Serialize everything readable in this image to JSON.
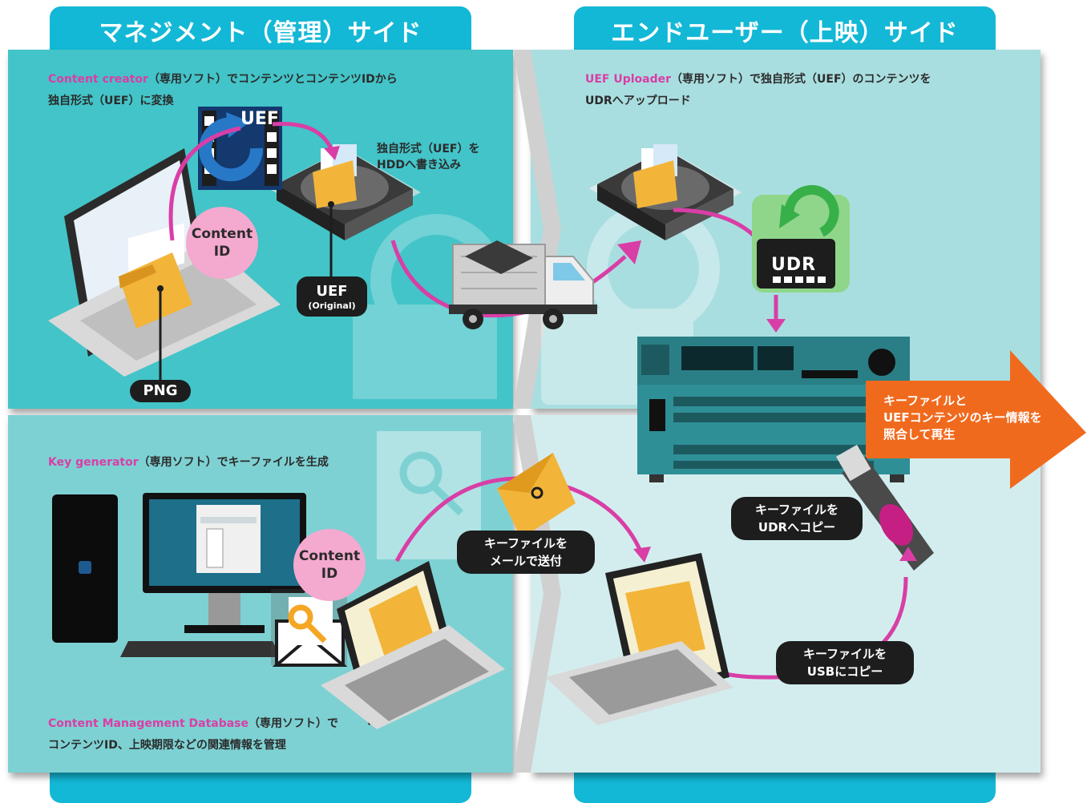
{
  "headers": {
    "management": "マネジメント（管理）サイド",
    "enduser": "エンドユーザー（上映）サイド"
  },
  "captions": {
    "content_creator_name": "Content creator",
    "content_creator_rest": "（専用ソフト）でコンテンツとコンテンツIDから",
    "content_creator_line2": "独自形式（UEF）に変換",
    "uploader_name": "UEF Uploader",
    "uploader_rest": "（専用ソフト）で独自形式（UEF）のコンテンツを",
    "uploader_line2": "UDRへアップロード",
    "keygen_name": "Key generator",
    "keygen_rest": "（専用ソフト）でキーファイルを生成",
    "cmdb_name": "Content Management Database",
    "cmdb_rest": "（専用ソフト）で",
    "cmdb_line2": "コンテンツID、上映期限などの関連情報を管理"
  },
  "labels": {
    "hdd_write_1": "独自形式（UEF）を",
    "hdd_write_2": "HDDへ書き込み",
    "content_id_1": "Content",
    "content_id_2": "ID",
    "uef": "UEF",
    "uef_original": "(Original)",
    "png": "PNG",
    "uef_icon": "UEF",
    "udr_logo": "UDR",
    "mail_send_1": "キーファイルを",
    "mail_send_2": "メールで送付",
    "udr_copy_1": "キーファイルを",
    "udr_copy_2": "UDRへコピー",
    "usb_copy_1": "キーファイルを",
    "usb_copy_2": "USBにコピー",
    "arrow_1": "キーファイルと",
    "arrow_2": "UEFコンテンツのキー情報を",
    "arrow_3": "照合して再生"
  },
  "colors": {
    "header": "#13b8d6",
    "panel_top_left": "#43c4c8",
    "panel_top_right": "#a9dee0",
    "panel_bottom_left": "#7ed1d3",
    "panel_bottom_right": "#d3edee",
    "accent_pink": "#d93ea6",
    "accent_orange": "#f06a1e"
  },
  "icons": [
    "refresh-icon",
    "film-icon",
    "hdd-icon",
    "folder-icon",
    "truck-icon",
    "laptop-icon",
    "monitor-icon",
    "envelope-icon",
    "key-icon",
    "usb-icon",
    "udr-server-icon"
  ]
}
